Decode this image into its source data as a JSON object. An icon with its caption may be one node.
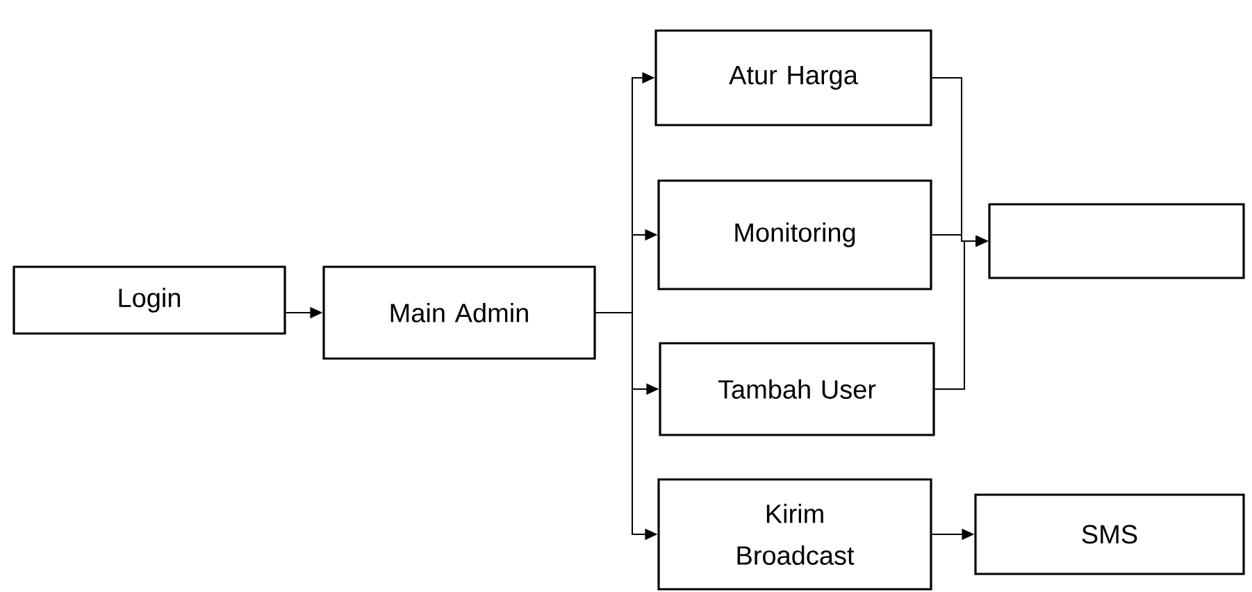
{
  "diagram": {
    "nodes": [
      {
        "text": [
          "Login"
        ]
      },
      {
        "text": [
          "Main Admin"
        ]
      },
      {
        "text": [
          "Atur Harga"
        ]
      },
      {
        "text": [
          "Monitoring"
        ]
      },
      {
        "text": [
          "Tambah User"
        ]
      },
      {
        "text": [
          "Kirim Broadcast"
        ]
      },
      {
        "text": [],
        "shape": "box"
      },
      {
        "text": [
          "SMS"
        ]
      }
    ],
    "edges": [
      {
        "from": 0,
        "to": 1,
        "arrow": "to"
      },
      {
        "from": 1,
        "to": 2,
        "arrow": "to"
      },
      {
        "from": 1,
        "to": 3,
        "arrow": "to"
      },
      {
        "from": 1,
        "to": 4,
        "arrow": "to"
      },
      {
        "from": 1,
        "to": 5,
        "arrow": "to"
      },
      {
        "from": 2,
        "to": 6,
        "arrow": "to"
      },
      {
        "from": 3,
        "to": 6,
        "arrow": "to"
      },
      {
        "from": 4,
        "to": 6,
        "arrow": "to"
      },
      {
        "from": 5,
        "to": 7,
        "arrow": "to"
      }
    ]
  }
}
